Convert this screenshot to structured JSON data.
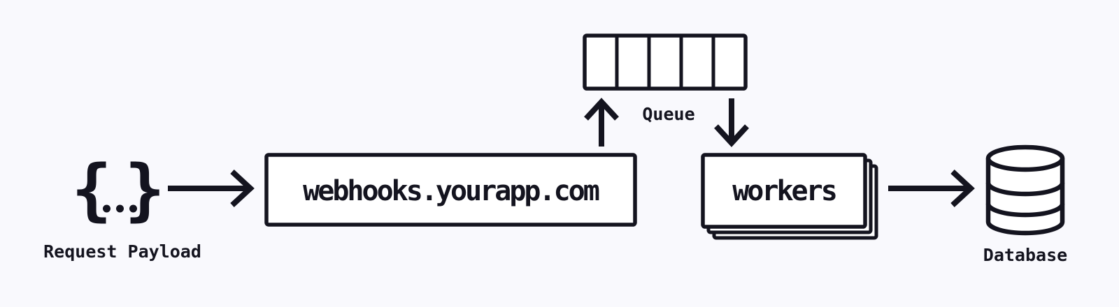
{
  "colors": {
    "background": "#f9f9fd",
    "ink": "#14141f",
    "node_fill": "#ffffff"
  },
  "nodes": {
    "payload": {
      "brace_open": "{",
      "brace_close": "}",
      "dots": "...",
      "label": "Request Payload"
    },
    "server": {
      "label": "webhooks.yourapp.com"
    },
    "queue": {
      "label": "Queue",
      "cells": 5
    },
    "workers": {
      "label": "workers",
      "stack_count": 3
    },
    "database": {
      "label": "Database"
    }
  },
  "connections": [
    {
      "from": "request-payload",
      "to": "server"
    },
    {
      "from": "server",
      "to": "queue"
    },
    {
      "from": "queue",
      "to": "workers"
    },
    {
      "from": "workers",
      "to": "database"
    }
  ]
}
